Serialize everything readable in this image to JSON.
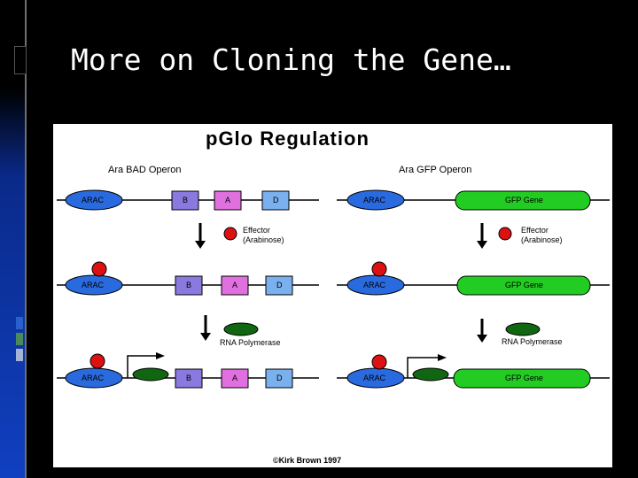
{
  "slide": {
    "title": "More on Cloning the Gene…"
  },
  "diagram": {
    "title": "pGlo Regulation",
    "left_operon_title": "Ara BAD Operon",
    "right_operon_title": "Ara GFP Operon",
    "arac_label": "ARAC",
    "gene_b": "B",
    "gene_a": "A",
    "gene_d": "D",
    "gfp_gene": "GFP Gene",
    "effector_label": "Effector",
    "arabinose_label": "(Arabinose)",
    "polymerase_label": "RNA Polymerase",
    "copyright": "©Kirk Brown 1997",
    "colors": {
      "arac": "#2a6adf",
      "gene_b": "#8a7ae0",
      "gene_a": "#e070e0",
      "gene_d": "#7ab0ee",
      "gfp": "#22cc22",
      "effector": "#dd1111",
      "polymerase": "#116611"
    }
  }
}
